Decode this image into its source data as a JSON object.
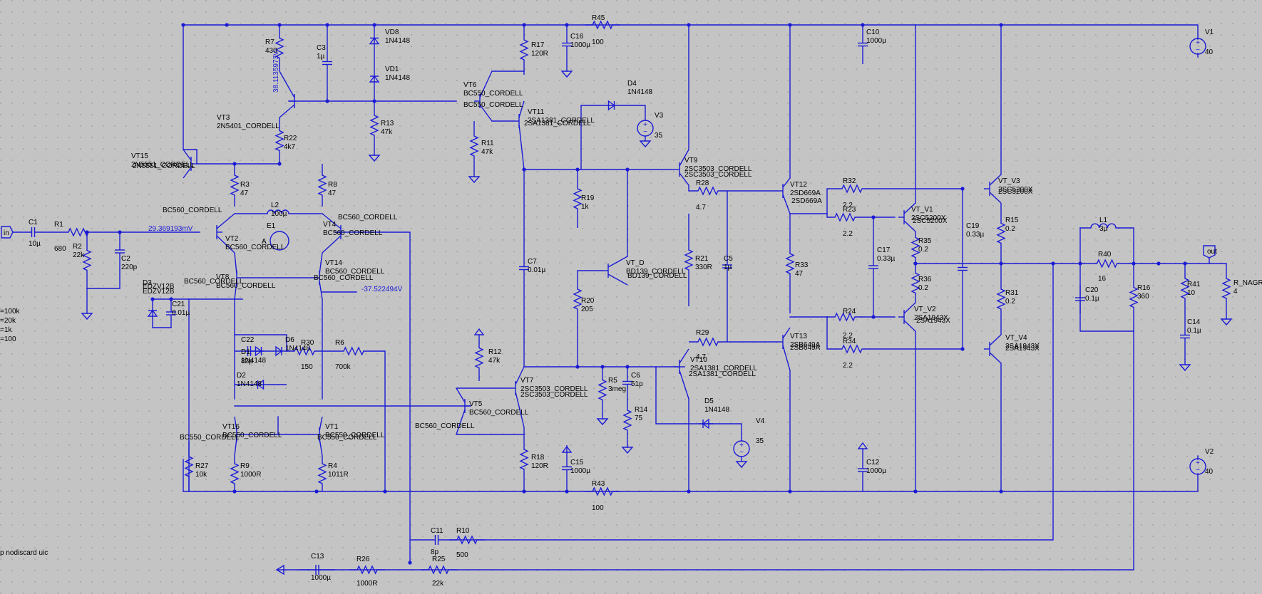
{
  "colors": {
    "background": "#c4c4c4",
    "wire": "#1b1bd6",
    "text": "#000000",
    "probe": "#1b1bd6"
  },
  "directives": [
    "=100k",
    "=20k",
    "=1k",
    "=100"
  ],
  "comment": "p nodiscard uic",
  "ports": {
    "input": "in",
    "output": "out"
  },
  "probes": {
    "v_in_node": "29.369193mV",
    "v_bias": "38.1135973V",
    "v_vas": "-37.522494V"
  },
  "components": {
    "C1": {
      "name": "C1",
      "value": "10µ"
    },
    "R1": {
      "name": "R1",
      "value": "680"
    },
    "R2": {
      "name": "R2",
      "value": "22k"
    },
    "C2": {
      "name": "C2",
      "value": "220p"
    },
    "R7": {
      "name": "R7",
      "value": "430"
    },
    "C3": {
      "name": "C3",
      "value": "1µ"
    },
    "VD8": {
      "name": "VD8",
      "value": "1N4148"
    },
    "VD1": {
      "name": "VD1",
      "value": "1N4148"
    },
    "R13": {
      "name": "R13",
      "value": "47k"
    },
    "VT3": {
      "name": "VT3",
      "value": "2N5401_CORDELL"
    },
    "R22": {
      "name": "R22",
      "value": "4k7"
    },
    "VT15": {
      "name": "VT15",
      "value": "2N5551_CORDELL"
    },
    "R3": {
      "name": "R3",
      "value": "47"
    },
    "R8": {
      "name": "R8",
      "value": "47"
    },
    "L2": {
      "name": "L2",
      "value": "100µ"
    },
    "E1": {
      "name": "E1",
      "value": "A"
    },
    "VT2": {
      "name": "VT2",
      "value": "BC560_CORDELL"
    },
    "VT4": {
      "name": "VT4",
      "value": "BC560_CORDELL"
    },
    "VT8": {
      "name": "VT8",
      "value": "BC560_CORDELL"
    },
    "VT14": {
      "name": "VT14",
      "value": "BC560_CORDELL"
    },
    "D3": {
      "name": "D3",
      "value": "EDZV12B"
    },
    "C21": {
      "name": "C21",
      "value": "0.01µ"
    },
    "C22": {
      "name": "C22",
      "value": "82p"
    },
    "D1": {
      "name": "D1",
      "value": "1N4148"
    },
    "D6": {
      "name": "D6",
      "value": "1N4148"
    },
    "D2": {
      "name": "D2",
      "value": "1N4148"
    },
    "R30": {
      "name": "R30",
      "value": "150"
    },
    "R6": {
      "name": "R6",
      "value": "700k"
    },
    "VT16": {
      "name": "VT16",
      "value": "BC550_CORDELL"
    },
    "VT1": {
      "name": "VT1",
      "value": "BC550_CORDELL"
    },
    "R27": {
      "name": "R27",
      "value": "10k"
    },
    "R9": {
      "name": "R9",
      "value": "1000R"
    },
    "R4": {
      "name": "R4",
      "value": "1011R"
    },
    "R17": {
      "name": "R17",
      "value": "120R"
    },
    "C16": {
      "name": "C16",
      "value": "1000µ"
    },
    "R45": {
      "name": "R45",
      "value": "100"
    },
    "VT6": {
      "name": "VT6",
      "value": "BC550_CORDELL"
    },
    "VT11": {
      "name": "VT11",
      "value": "2SA1381_CORDELL"
    },
    "R11": {
      "name": "R11",
      "value": "47k"
    },
    "D4": {
      "name": "D4",
      "value": "1N4148"
    },
    "V3": {
      "name": "V3",
      "value": "35"
    },
    "C7": {
      "name": "C7",
      "value": "0.01µ"
    },
    "R19": {
      "name": "R19",
      "value": "1k"
    },
    "R20": {
      "name": "R20",
      "value": "205"
    },
    "VT_D": {
      "name": "VT_D",
      "value": "BD139_CORDELL"
    },
    "R12": {
      "name": "R12",
      "value": "47k"
    },
    "VT7": {
      "name": "VT7",
      "value": "2SC3503_CORDELL"
    },
    "VT5": {
      "name": "VT5",
      "value": "BC560_CORDELL"
    },
    "R5": {
      "name": "R5",
      "value": "3meg"
    },
    "C6": {
      "name": "C6",
      "value": "51p"
    },
    "R14": {
      "name": "R14",
      "value": "75"
    },
    "R18": {
      "name": "R18",
      "value": "120R"
    },
    "C15": {
      "name": "C15",
      "value": "1000µ"
    },
    "R43": {
      "name": "R43",
      "value": "100"
    },
    "VT9": {
      "name": "VT9",
      "value": "2SC3503_CORDELL"
    },
    "R28": {
      "name": "R28",
      "value": "4.7"
    },
    "R21": {
      "name": "R21",
      "value": "330R"
    },
    "C5": {
      "name": "C5",
      "value": "1µ"
    },
    "R29": {
      "name": "R29",
      "value": "4.7"
    },
    "VT10": {
      "name": "VT10",
      "value": "2SA1381_CORDELL"
    },
    "D5": {
      "name": "D5",
      "value": "1N4148"
    },
    "V4": {
      "name": "V4",
      "value": "35"
    },
    "VT12": {
      "name": "VT12",
      "value": "2SD669A"
    },
    "VT13": {
      "name": "VT13",
      "value": "2SB649A"
    },
    "R33": {
      "name": "R33",
      "value": "47"
    },
    "C10": {
      "name": "C10",
      "value": "1000µ"
    },
    "C12": {
      "name": "C12",
      "value": "1000µ"
    },
    "R32": {
      "name": "R32",
      "value": "2.2"
    },
    "R23": {
      "name": "R23",
      "value": "2.2"
    },
    "R24": {
      "name": "R24",
      "value": "2.2"
    },
    "R34": {
      "name": "R34",
      "value": "2.2"
    },
    "C17": {
      "name": "C17",
      "value": "0.33µ"
    },
    "C19": {
      "name": "C19",
      "value": "0.33µ"
    },
    "VT_V1": {
      "name": "VT_V1",
      "value": "2SC5200X"
    },
    "VT_V2": {
      "name": "VT_V2",
      "value": "2SA1943X"
    },
    "VT_V3": {
      "name": "VT_V3",
      "value": "2SC5200X"
    },
    "VT_V4": {
      "name": "VT_V4",
      "value": "2SA1943X"
    },
    "R35": {
      "name": "R35",
      "value": "0.2"
    },
    "R36": {
      "name": "R36",
      "value": "0.2"
    },
    "R15": {
      "name": "R15",
      "value": "0.2"
    },
    "R31": {
      "name": "R31",
      "value": "0.2"
    },
    "L1": {
      "name": "L1",
      "value": "3µ"
    },
    "R40": {
      "name": "R40",
      "value": "16"
    },
    "R16": {
      "name": "R16",
      "value": "360"
    },
    "C20": {
      "name": "C20",
      "value": "0.1µ"
    },
    "R41": {
      "name": "R41",
      "value": "10"
    },
    "C14": {
      "name": "C14",
      "value": "0.1µ"
    },
    "R_NAGR": {
      "name": "R_NAGR",
      "value": "4"
    },
    "V1": {
      "name": "V1",
      "value": "40"
    },
    "V2": {
      "name": "V2",
      "value": "40"
    },
    "C11": {
      "name": "C11",
      "value": "8p"
    },
    "R10": {
      "name": "R10",
      "value": "500"
    },
    "C13": {
      "name": "C13",
      "value": "1000µ"
    },
    "R26": {
      "name": "R26",
      "value": "1000R"
    },
    "R25": {
      "name": "R25",
      "value": "22k"
    }
  }
}
